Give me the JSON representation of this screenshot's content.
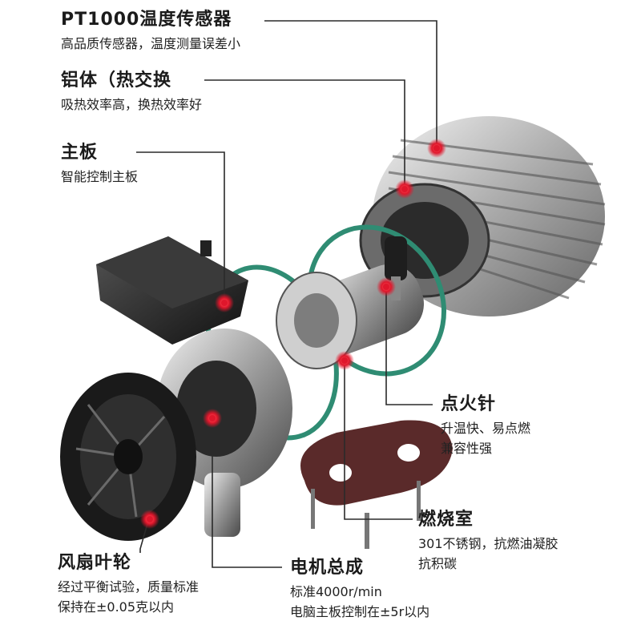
{
  "callouts": [
    {
      "id": "sensor",
      "title": "PT1000温度传感器",
      "lines": [
        "高品质传感器，温度测量误差小"
      ]
    },
    {
      "id": "aluminum",
      "title": "铝体（热交换",
      "lines": [
        "吸热效率高，换热效率好"
      ]
    },
    {
      "id": "board",
      "title": "主板",
      "lines": [
        "智能控制主板"
      ]
    },
    {
      "id": "ignition",
      "title": "点火针",
      "lines": [
        "升温快、易点燃",
        "兼容性强"
      ]
    },
    {
      "id": "combustion",
      "title": "燃烧室",
      "lines": [
        "301不锈钢，抗燃油凝胶",
        "抗积碳"
      ]
    },
    {
      "id": "fan",
      "title": "风扇叶轮",
      "lines": [
        "经过平衡试验，质量标准",
        "保持在±0.05克以内"
      ]
    },
    {
      "id": "motor",
      "title": "电机总成",
      "lines": [
        "标准4000r/min",
        "电脑主板控制在±5r以内"
      ]
    }
  ],
  "colors": {
    "marker": "#e0162b",
    "leader": "#2a2a2a",
    "gasket": "#2f8c73",
    "plate": "#5a2a2a"
  }
}
